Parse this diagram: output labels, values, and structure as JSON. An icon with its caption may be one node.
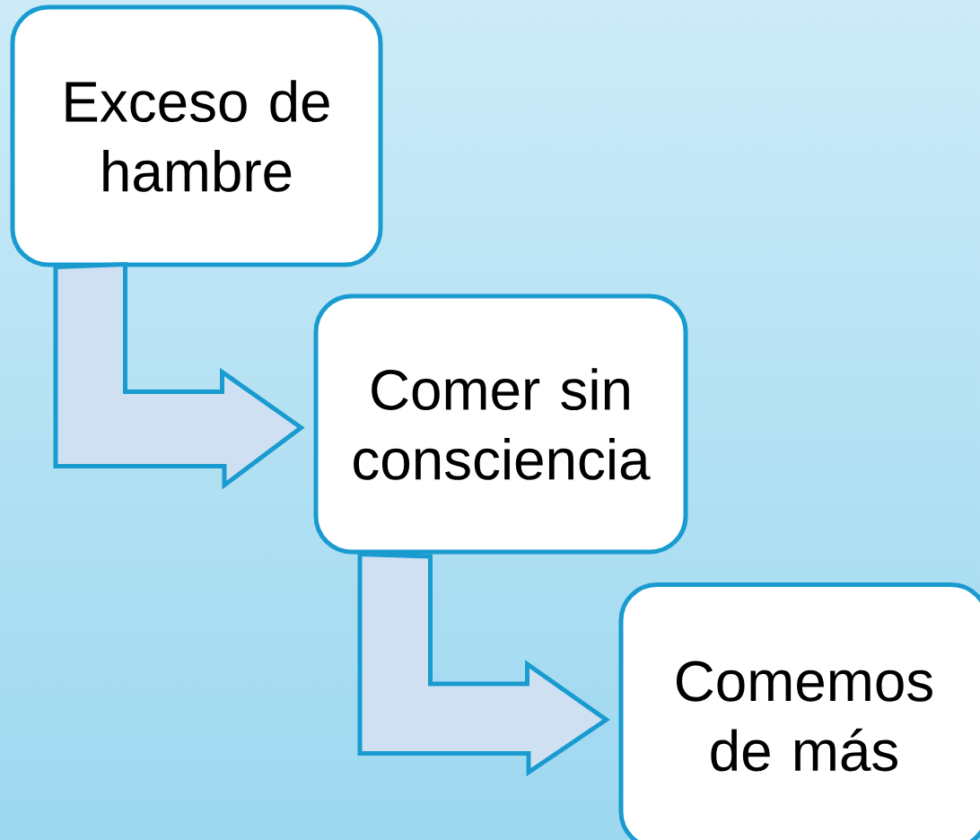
{
  "diagram": {
    "nodes": [
      {
        "text": [
          "Exceso de hambre"
        ]
      },
      {
        "text": [
          "Comer sin consciencia"
        ]
      },
      {
        "text": [
          "Comemos de más"
        ]
      }
    ],
    "edges": [
      {
        "from": 0,
        "to": 1,
        "arrow": "to"
      },
      {
        "from": 1,
        "to": 2,
        "arrow": "to"
      }
    ]
  }
}
